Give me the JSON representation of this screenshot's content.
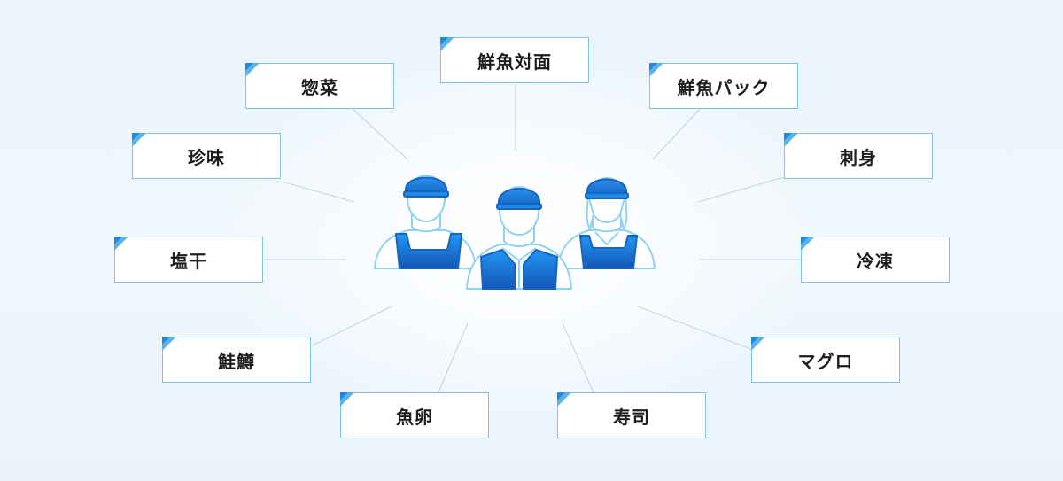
{
  "categories": [
    {
      "id": "sengyo-taimen",
      "label": "鮮魚対面"
    },
    {
      "id": "sengyo-pack",
      "label": "鮮魚パック"
    },
    {
      "id": "sashimi",
      "label": "刺身"
    },
    {
      "id": "reitou",
      "label": "冷凍"
    },
    {
      "id": "maguro",
      "label": "マグロ"
    },
    {
      "id": "sushi",
      "label": "寿司"
    },
    {
      "id": "gyoran",
      "label": "魚卵"
    },
    {
      "id": "sakemasu",
      "label": "鮭鱒"
    },
    {
      "id": "engan",
      "label": "塩干"
    },
    {
      "id": "chinmi",
      "label": "珍味"
    },
    {
      "id": "souzai",
      "label": "惣菜"
    }
  ],
  "colors": {
    "accent": "#1e88e5",
    "accent_light": "#5ab4ea",
    "border": "#7cc3e6",
    "connector": "#c9dde8",
    "uniform_dark": "#1565c0",
    "uniform_light": "#2196f3",
    "outline": "#8fd3f4"
  },
  "icons": {
    "center": "staff-group-icon"
  }
}
